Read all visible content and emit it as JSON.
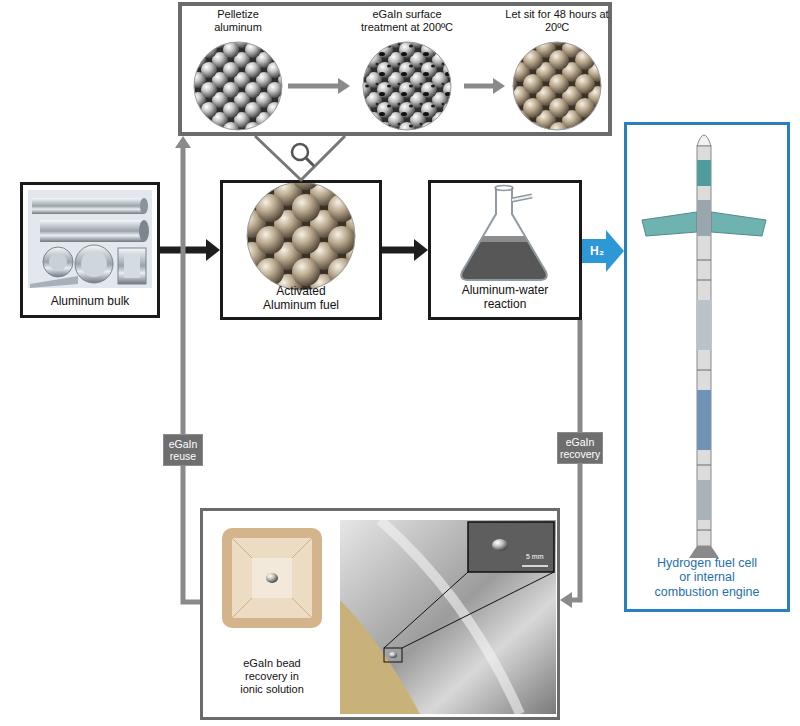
{
  "diagram": {
    "nodes": [
      {
        "text": []
      },
      {
        "text": [
          "Pelletize aluminum"
        ],
        "in": 0
      },
      {
        "text": [
          "eGaIn surface treatment at 200ºC"
        ],
        "in": 0
      },
      {
        "text": [
          "Let sit for 48 hours at 20ºC"
        ],
        "in": 0
      },
      {
        "text": [
          "Aluminum bulk"
        ]
      },
      {
        "text": [
          "Activated Aluminum fuel"
        ]
      },
      {
        "text": [
          "Aluminum-water reaction"
        ]
      },
      {
        "text": [
          "Hydrogen fuel cell or internal combustion engine"
        ]
      },
      {
        "text": [
          "eGaIn bead recovery in ionic solution"
        ]
      }
    ],
    "edges": [
      {
        "from": 1,
        "to": 2,
        "arrow": "to"
      },
      {
        "from": 2,
        "to": 3,
        "arrow": "to"
      },
      {
        "from": 4,
        "to": 5,
        "arrow": "to"
      },
      {
        "from": 5,
        "to": 6,
        "arrow": "to"
      },
      {
        "from": 6,
        "to": 7,
        "label": "H₂",
        "arrow": "to"
      },
      {
        "from": 6,
        "to": 8,
        "label": "eGaIn recovery",
        "arrow": "to"
      },
      {
        "from": 8,
        "to": 0,
        "label": "eGaIn reuse",
        "arrow": "to"
      },
      {
        "from": 0,
        "to": 5,
        "arrow": "none"
      }
    ],
    "labels": [
      "5 mm"
    ]
  }
}
